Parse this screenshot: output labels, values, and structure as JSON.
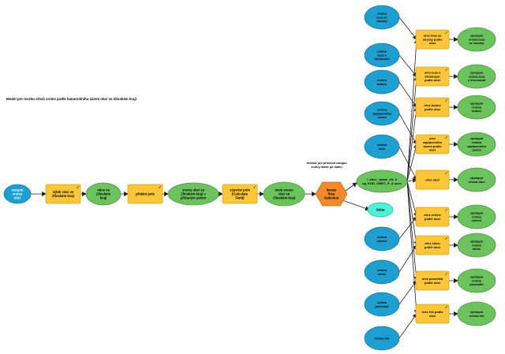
{
  "title": "Model pro tvorbu ořezů vrstev podle katastrálního území obcí ve Zlínském kraji",
  "iterator_note": "iterátor pro průchod vstupní vrstvy řádek po řádku",
  "colors": {
    "data_blue": "#1f9fd0",
    "tool_yellow": "#fcc63b",
    "tool_yellow_border": "#d6a11d",
    "derived_green": "#6cc35e",
    "derived_green_border": "#4d9a42",
    "iterator_orange": "#f18a2c",
    "value_cyan": "#4ef2d8",
    "connector": "#222222"
  },
  "nodes": {
    "vstup": "vstupní vrstva obcí",
    "vyber": "výběr obcí ve Zlínském kraji",
    "obce_zlk": "obce ve Zlínském kraji",
    "pridani_pole": "přidání pole",
    "vrstva_pole": "vrstva obcí ve Zlínském kraji s přidaným polem",
    "vypocet_pole": "výpočet pole (Calculate Field)",
    "nova_vrstva": "nová vrstva obcí ve Zlínském kraji",
    "iterate": "Iterate Row Selection",
    "vystup_iter": "I_obce_vybav_zlk_k ug_KOD_OBEC_P_A ucev",
    "value": "Value",
    "left_inputs": [
      "vrstva lesa se stromy",
      "vrstva lesa s křovinami",
      "vrstva budov",
      "vrstva zaplaveného území",
      "vrstva obcí",
      "vrstva zeleně",
      "vrstva silnic",
      "vrstva pozemků",
      "vrstva řek"
    ],
    "clips": [
      "ořez lesa se stromy podle obcí",
      "ořez lesa s křovinami podle obcí",
      "ořez budov podle obcí",
      "ořez zaplaveného území podle obcí",
      "ořez obcí",
      "ořez zeleně podle obcí",
      "ořez silnic podle obcí",
      "ořez pozemků podle obcí",
      "ořez řek podle obcí"
    ],
    "outputs": [
      "výstupní vrstva lesa se stromy",
      "výstupní vrstva lesa s křovinami",
      "výstupní vrstva budov",
      "výstupní vrstva zaplaveného území",
      "výstupní vrstva obcí",
      "výstupní vrstva zeleně",
      "výstupní vrstva silnic",
      "výstupní vrstva pozemků",
      "výstupní vrstva řek"
    ]
  }
}
